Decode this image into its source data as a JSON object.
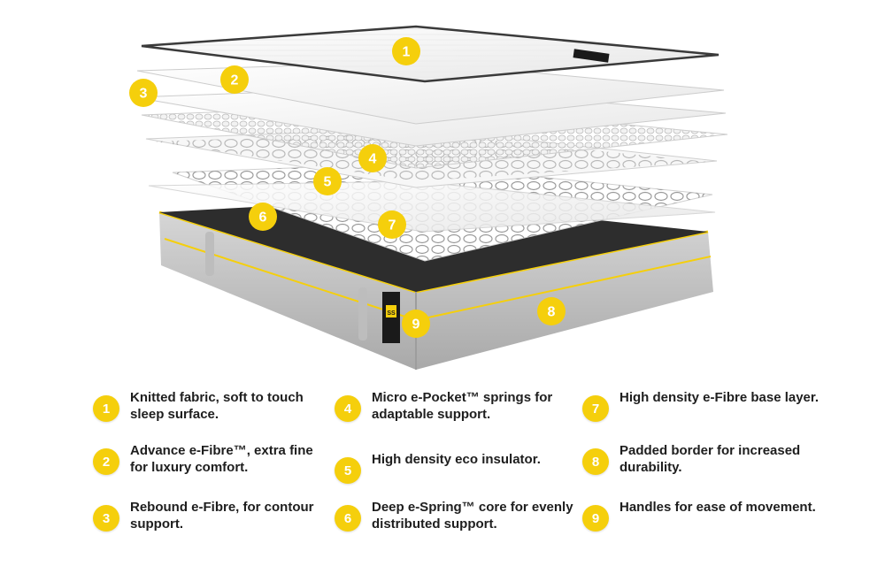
{
  "colors": {
    "accent": "#f5cf0c",
    "border_dark": "#3a3a3a",
    "border_grey": "#c9c9c9"
  },
  "icons": [
    "mattress-layers-illustration",
    "spring-coil-icon"
  ],
  "diagram": {
    "badges": [
      "1",
      "2",
      "3",
      "4",
      "5",
      "6",
      "7",
      "8",
      "9"
    ],
    "tag_label": "SS"
  },
  "legend": [
    {
      "num": "1",
      "text": "Knitted fabric, soft to touch sleep surface."
    },
    {
      "num": "2",
      "text": "Advance e-Fibre™, extra fine for luxury comfort."
    },
    {
      "num": "3",
      "text": "Rebound e-Fibre, for contour support."
    },
    {
      "num": "4",
      "text": "Micro e-Pocket™ springs for adaptable support."
    },
    {
      "num": "5",
      "text": "High density eco insulator."
    },
    {
      "num": "6",
      "text": "Deep e-Spring™ core for evenly distributed support."
    },
    {
      "num": "7",
      "text": "High density e-Fibre base layer."
    },
    {
      "num": "8",
      "text": "Padded border for increased durability."
    },
    {
      "num": "9",
      "text": "Handles for ease of movement."
    }
  ]
}
